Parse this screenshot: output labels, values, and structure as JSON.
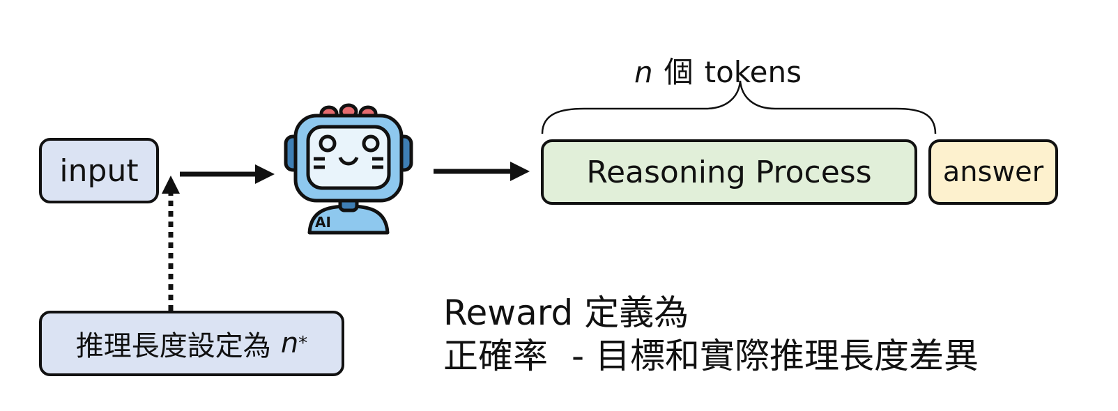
{
  "diagram": {
    "input_label": "input",
    "reasoning_label": "Reasoning Process",
    "answer_label": "answer",
    "token_count": {
      "variable": "n",
      "unit_char": "個",
      "unit": "tokens"
    },
    "length_setting": {
      "text": "推理長度設定為",
      "variable": "n",
      "subscript": "*"
    },
    "robot_badge": "AI",
    "reward": {
      "line1_a": "Reward",
      "line1_b": "定義為",
      "line2_a": "正確率",
      "line2_b": "-",
      "line2_c": "目標和實際推理長度差異"
    },
    "colors": {
      "input_fill": "#dbe3f3",
      "reasoning_fill": "#e1efd9",
      "answer_fill": "#fdf1ce",
      "robot_face": "#8ec8ee",
      "robot_knob": "#e56b6f"
    }
  }
}
